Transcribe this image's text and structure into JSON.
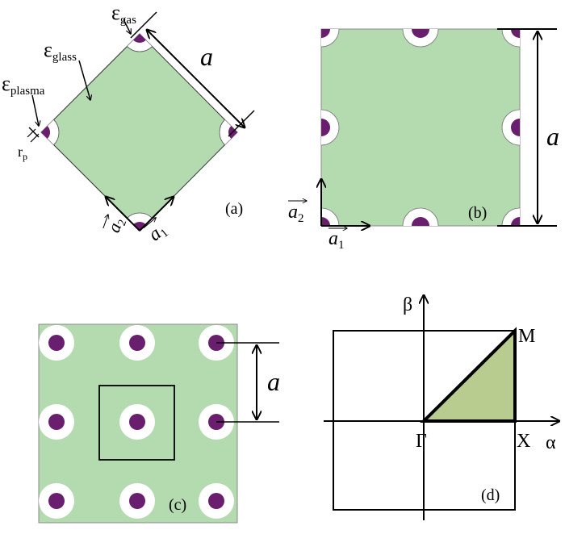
{
  "colors": {
    "glass": "#b4dbb0",
    "gas": "#ffffff",
    "plasma": "#6a1e6e",
    "line": "#000000",
    "ibz": "#b7cc8e"
  },
  "panel_a": {
    "label": "(a)",
    "eps_symbol": "ε",
    "sub_gas": "gas",
    "sub_glass": "glass",
    "sub_plasma": "plasma",
    "lattice_const": "a",
    "rp_main": "r",
    "rp_sub": "p",
    "vec_main": "a",
    "vec1_sub": "1",
    "vec2_sub": "2"
  },
  "panel_b": {
    "label": "(b)",
    "lattice_const": "a",
    "vec_main": "a",
    "vec1_sub": "1",
    "vec2_sub": "2"
  },
  "panel_c": {
    "label": "(c)",
    "lattice_const": "a"
  },
  "panel_d": {
    "label": "(d)",
    "axis_x": "α",
    "axis_y": "β",
    "point_gamma": "Γ",
    "point_x": "X",
    "point_m": "M"
  }
}
